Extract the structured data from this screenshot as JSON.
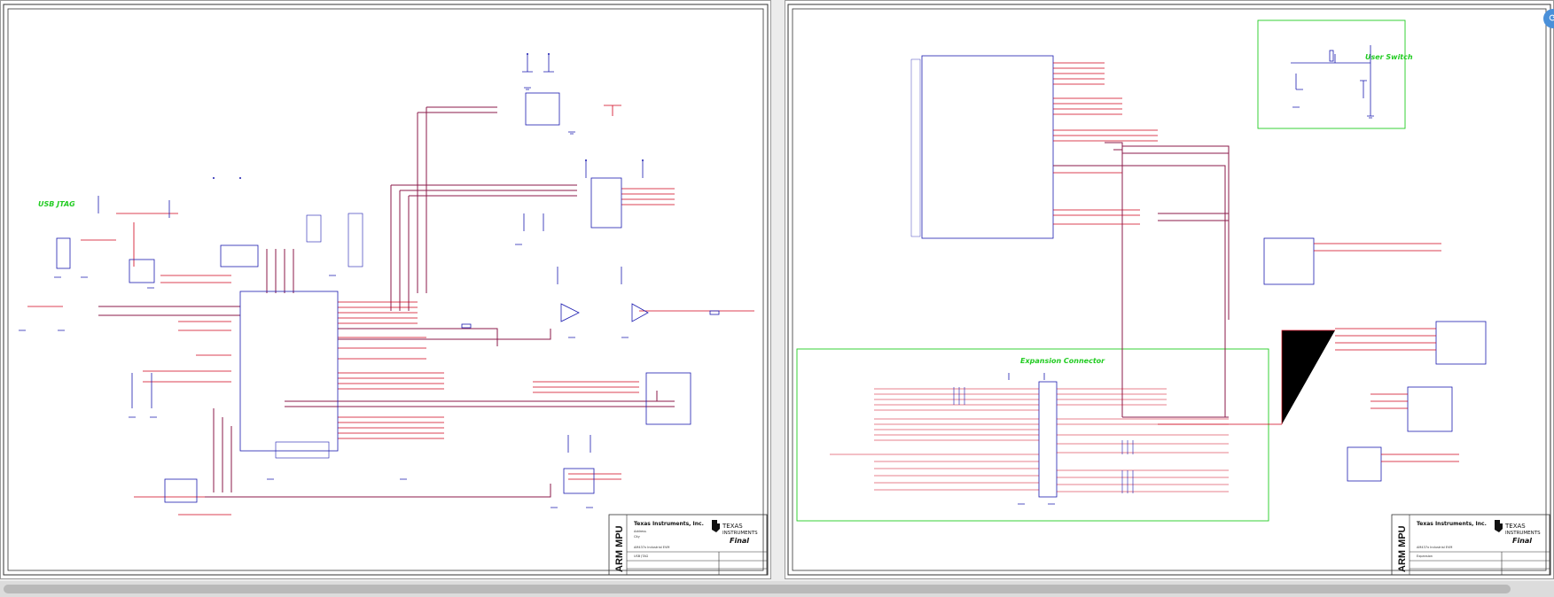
{
  "sheets": [
    {
      "section_labels": [
        "USB JTAG"
      ],
      "title_block": {
        "vertical_label": "ARM MPU",
        "company": "Texas Instruments, Inc.",
        "logo_line1": "TEXAS",
        "logo_line2": "INSTRUMENTS",
        "status": "Final",
        "board": "AM437x Industrial EVM",
        "page_title": "USB JTAG"
      }
    },
    {
      "section_labels": [
        "User Switch",
        "Expansion Connector"
      ],
      "title_block": {
        "vertical_label": "ARM MPU",
        "company": "Texas Instruments, Inc.",
        "logo_line1": "TEXAS",
        "logo_line2": "INSTRUMENTS",
        "status": "Final",
        "board": "AM437x Industrial EVM",
        "page_title": "Expansion"
      }
    }
  ],
  "colors": {
    "wire": "#d0021b",
    "bus": "#8b1a4a",
    "component": "#1b1bb0",
    "section_box": "#22cc22",
    "border": "#333333"
  }
}
